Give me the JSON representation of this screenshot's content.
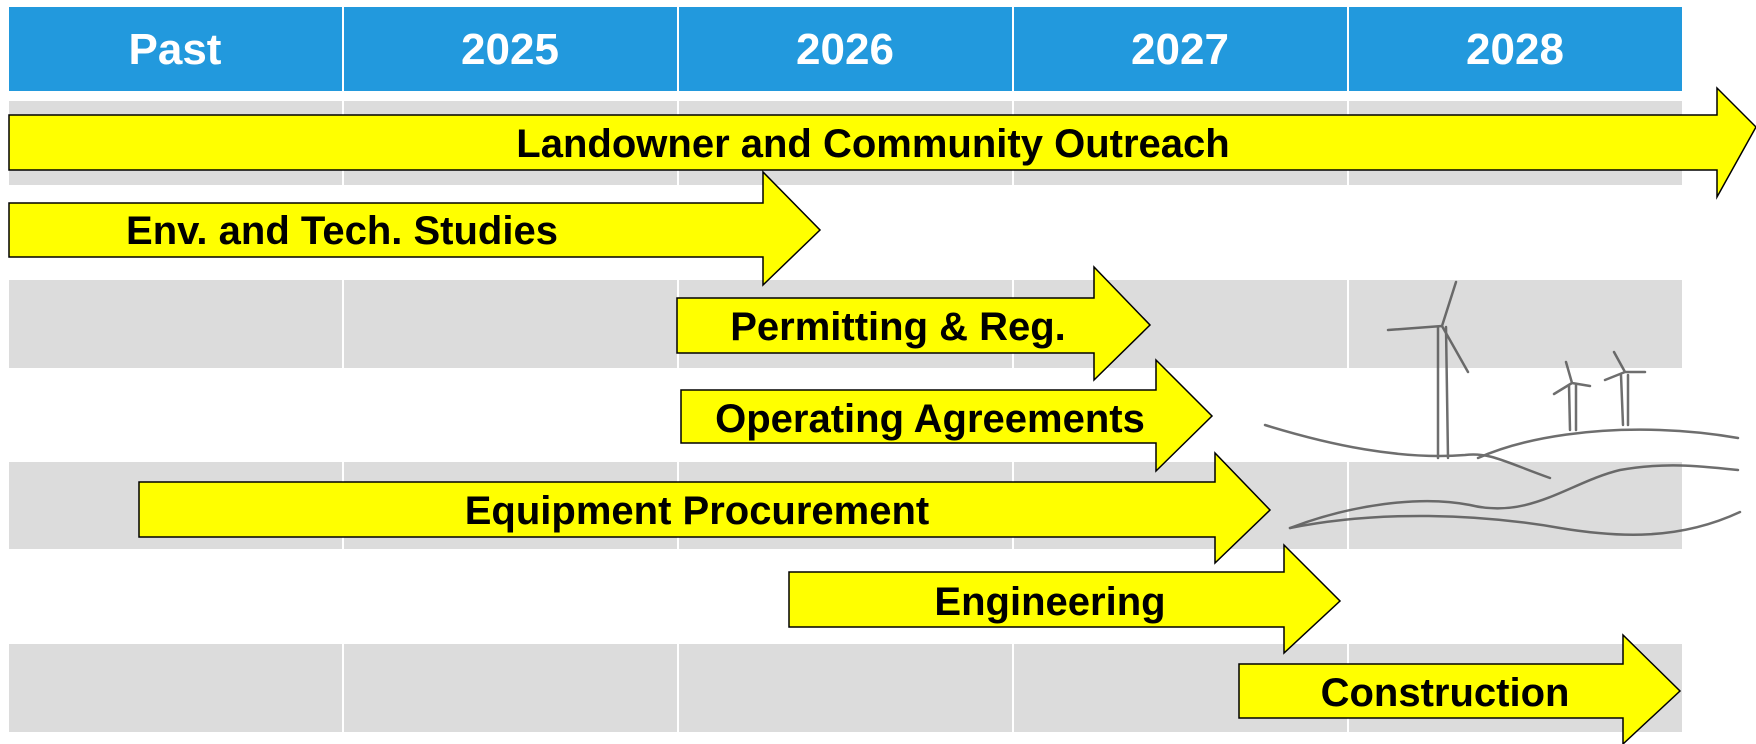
{
  "header": {
    "columns": [
      "Past",
      "2025",
      "2026",
      "2027",
      "2028"
    ],
    "color": "#2299dd"
  },
  "colors": {
    "stripe": "#dcdcdc",
    "arrow_fill": "#ffff00",
    "arrow_stroke": "#000000"
  },
  "illustration": {
    "name": "wind-turbines-on-hills"
  },
  "activities": [
    {
      "label": "Landowner and Community Outreach"
    },
    {
      "label": "Env. and Tech. Studies"
    },
    {
      "label": "Permitting & Reg."
    },
    {
      "label": "Operating Agreements"
    },
    {
      "label": "Equipment Procurement"
    },
    {
      "label": "Engineering"
    },
    {
      "label": "Construction"
    }
  ]
}
